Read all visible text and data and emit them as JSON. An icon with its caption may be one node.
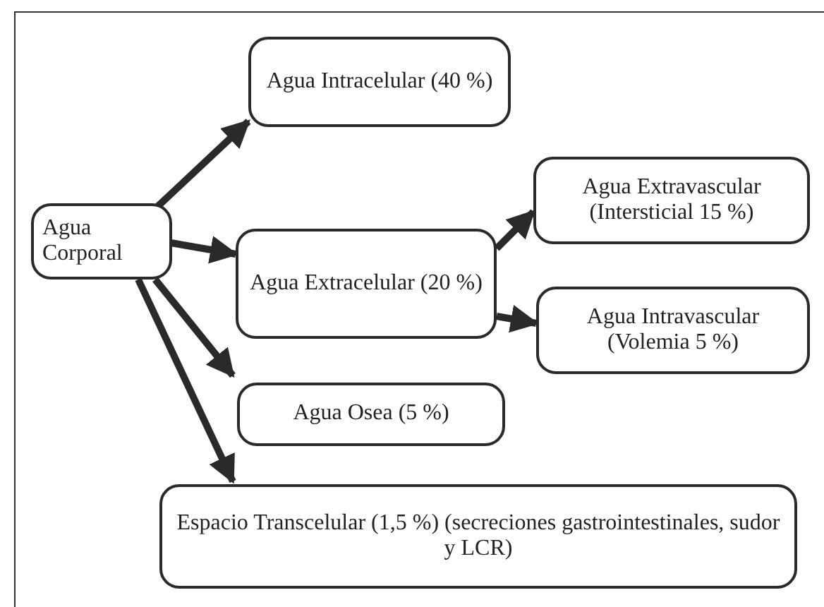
{
  "diagram": {
    "nodes": [
      {
        "text": [
          "Agua Corporal"
        ]
      },
      {
        "text": [
          "Agua Intracelular (40 %)"
        ]
      },
      {
        "text": [
          "Agua Extracelular (20 %)"
        ]
      },
      {
        "text": [
          "Agua Extravascular (Intersticial 15 %)"
        ]
      },
      {
        "text": [
          "Agua Intravascular (Volemia 5 %)"
        ]
      },
      {
        "text": [
          "Agua Osea (5 %)"
        ]
      },
      {
        "text": [
          "Espacio Transcelular (1,5 %) (secreciones gastrointestinales, sudor y LCR)"
        ]
      }
    ],
    "edges": [
      {
        "from": 0,
        "to": 1,
        "arrow": "to"
      },
      {
        "from": 0,
        "to": 2,
        "arrow": "to"
      },
      {
        "from": 0,
        "to": 5,
        "arrow": "to"
      },
      {
        "from": 0,
        "to": 6,
        "arrow": "to"
      },
      {
        "from": 2,
        "to": 3,
        "arrow": "to"
      },
      {
        "from": 2,
        "to": 4,
        "arrow": "to"
      }
    ]
  }
}
